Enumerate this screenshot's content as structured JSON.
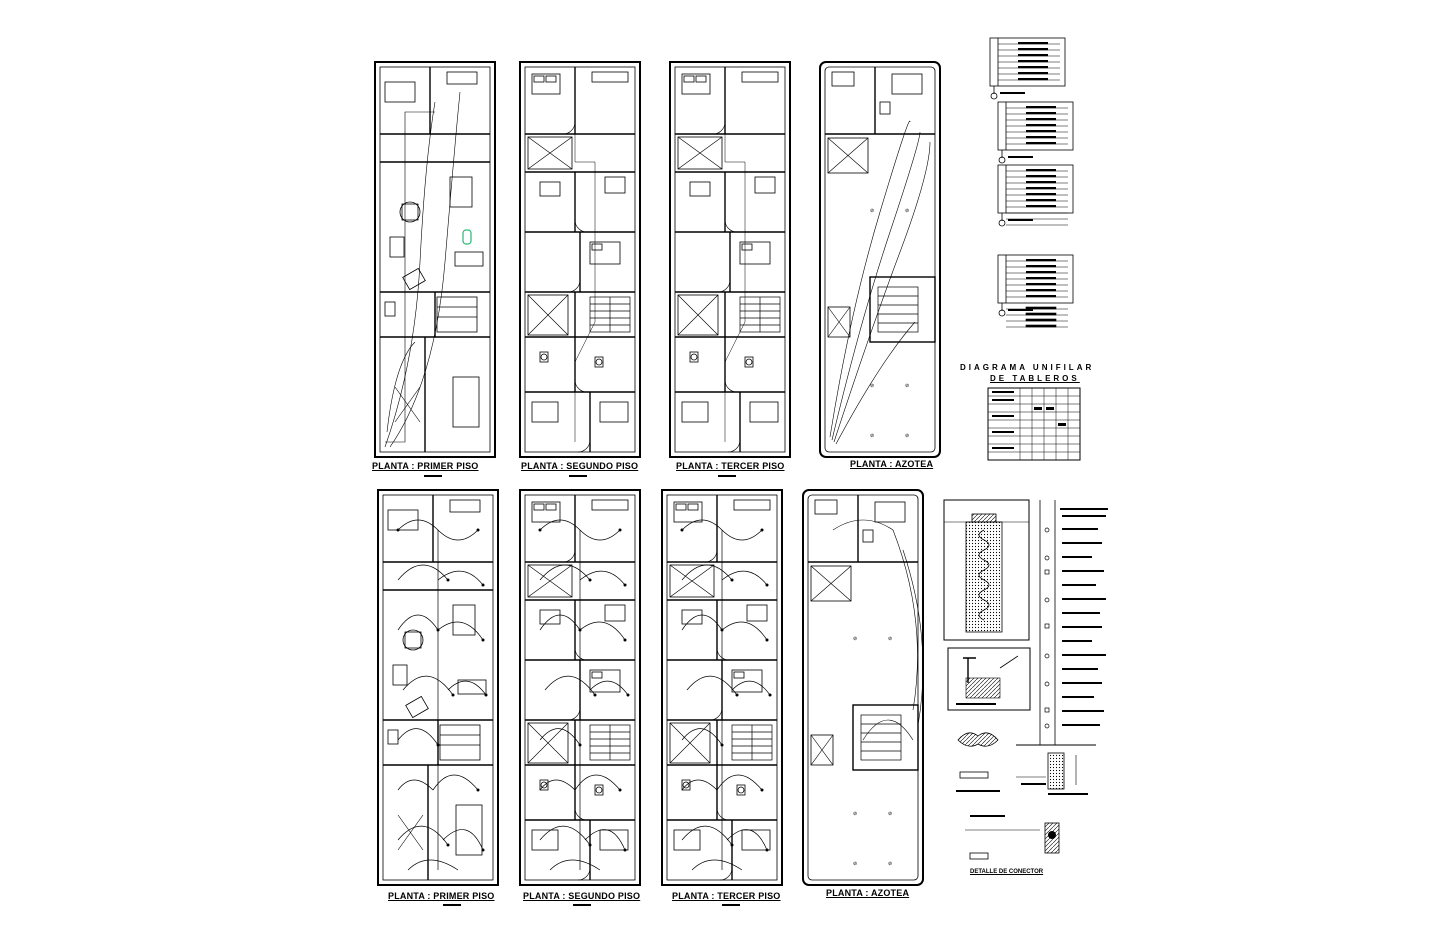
{
  "sheet": {
    "top_row": {
      "plan_1": "PLANTA : PRIMER PISO",
      "plan_2": "PLANTA : SEGUNDO PISO",
      "plan_3": "PLANTA : TERCER PISO",
      "plan_4": "PLANTA : AZOTEA"
    },
    "bottom_row": {
      "plan_1": "PLANTA : PRIMER PISO",
      "plan_2": "PLANTA : SEGUNDO PISO",
      "plan_3": "PLANTA : TERCER PISO",
      "plan_4": "PLANTA : AZOTEA"
    },
    "diagram_title_line1": "DIAGRAMA UNIFILAR",
    "diagram_title_line2": "DE TABLEROS",
    "connector_detail": "DETALLE DE CONECTOR"
  },
  "colors": {
    "ink": "#000000",
    "paper": "#ffffff",
    "accent": "#2bb673"
  }
}
